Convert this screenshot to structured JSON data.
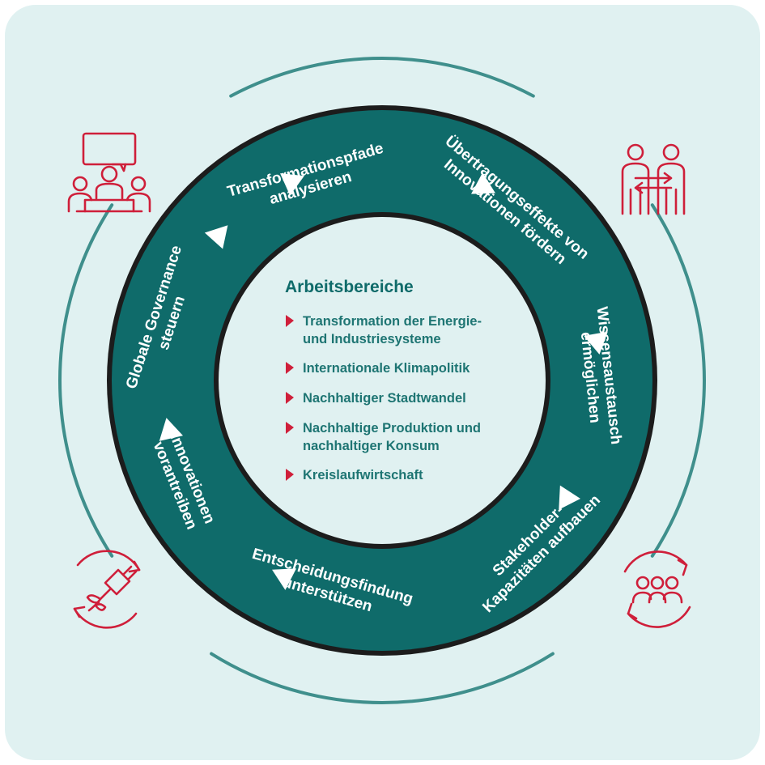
{
  "colors": {
    "background": "#e0f1f1",
    "outer_ring": "#3f8f8c",
    "wheel_teal": "#0f6b6a",
    "wheel_border": "#1c1c1c",
    "center_fill": "#e0f1f1",
    "accent_red": "#cf1f3a",
    "arrow_white": "#ffffff"
  },
  "center": {
    "title": "Arbeitsbereiche",
    "items": [
      {
        "lines": [
          "Transformation der Energie-",
          "und Industriesysteme"
        ]
      },
      {
        "lines": [
          "Internationale Klimapolitik"
        ]
      },
      {
        "lines": [
          "Nachhaltiger Stadtwandel"
        ]
      },
      {
        "lines": [
          "Nachhaltige Produktion und",
          "nachhaltiger Konsum"
        ]
      },
      {
        "lines": [
          "Kreislaufwirtschaft"
        ]
      }
    ]
  },
  "ring": {
    "labels": [
      {
        "lines": [
          "Transformationspfade",
          "analysieren"
        ]
      },
      {
        "lines": [
          "Übertragungseffekte von",
          "Innovationen fördern"
        ]
      },
      {
        "lines": [
          "Wissensaustausch",
          "ermöglichen"
        ]
      },
      {
        "lines": [
          "Stakeholder-",
          "Kapazitäten aufbauen"
        ]
      },
      {
        "lines": [
          "Entscheidungsfindung",
          "unterstützen"
        ]
      },
      {
        "lines": [
          "Innovationen",
          "vorantreiben"
        ]
      },
      {
        "lines": [
          "Globale Governance",
          "steuern"
        ]
      }
    ]
  },
  "icons": [
    {
      "name": "meeting-icon"
    },
    {
      "name": "exchange-people-icon"
    },
    {
      "name": "plug-cycle-icon"
    },
    {
      "name": "group-cycle-icon"
    }
  ]
}
